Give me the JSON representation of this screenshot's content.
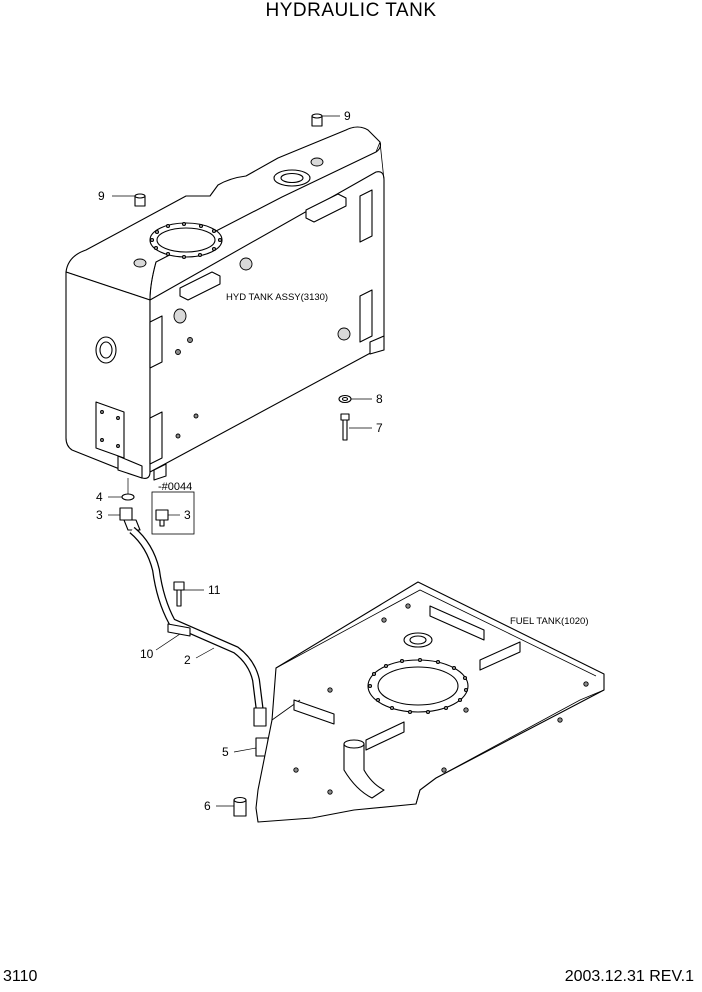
{
  "title": "HYDRAULIC TANK",
  "footer": {
    "page_number": "3110",
    "revision": "2003.12.31  REV.1"
  },
  "assembly_labels": {
    "hyd_tank": "HYD TANK ASSY(3130)",
    "fuel_tank": "FUEL TANK(1020)"
  },
  "serial_note": "-#0044",
  "callouts": {
    "c9_top": "9",
    "c9_left": "9",
    "c8": "8",
    "c7": "7",
    "c4": "4",
    "c3_left": "3",
    "c3_inset": "3",
    "c11": "11",
    "c10": "10",
    "c2": "2",
    "c5": "5",
    "c6": "6"
  }
}
